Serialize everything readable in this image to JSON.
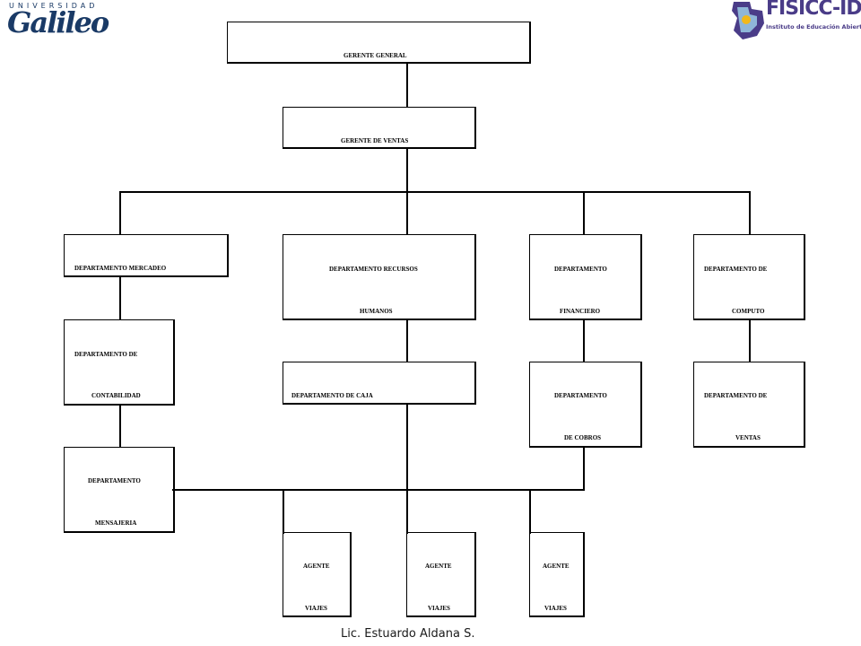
{
  "logos": {
    "left_top": "UNIVERSIDAD",
    "left_main": "Galileo",
    "right_main": "FISICC-IDEA",
    "right_sub": "Instituto de Educación Abierta"
  },
  "org_chart": {
    "gerente_general": "GERENTE GENERAL",
    "gerente_ventas": "GERENTE DE VENTAS",
    "mercadeo": "DEPARTAMENTO MERCADEO",
    "recursos_1": "DEPARTAMENTO RECURSOS",
    "recursos_2": "HUMANOS",
    "financiero_1": "DEPARTAMENTO",
    "financiero_2": "FINANCIERO",
    "computo_1": "DEPARTAMENTO DE",
    "computo_2": "COMPUTO",
    "contabilidad_1": "DEPARTAMENTO DE",
    "contabilidad_2": "CONTABILIDAD",
    "caja": "DEPARTAMENTO DE CAJA",
    "cobros_1": "DEPARTAMENTO",
    "cobros_2": "DE COBROS",
    "ventas_1": "DEPARTAMENTO DE",
    "ventas_2": "VENTAS",
    "mensajeria_1": "DEPARTAMENTO",
    "mensajeria_2": "MENSAJERIA",
    "agente_1a": "AGENTE",
    "agente_1b": "VIAJES",
    "agente_2a": "AGENTE",
    "agente_2b": "VIAJES",
    "agente_3a": "AGENTE",
    "agente_3b": "VIAJES"
  },
  "footer": "Lic. Estuardo Aldana S."
}
